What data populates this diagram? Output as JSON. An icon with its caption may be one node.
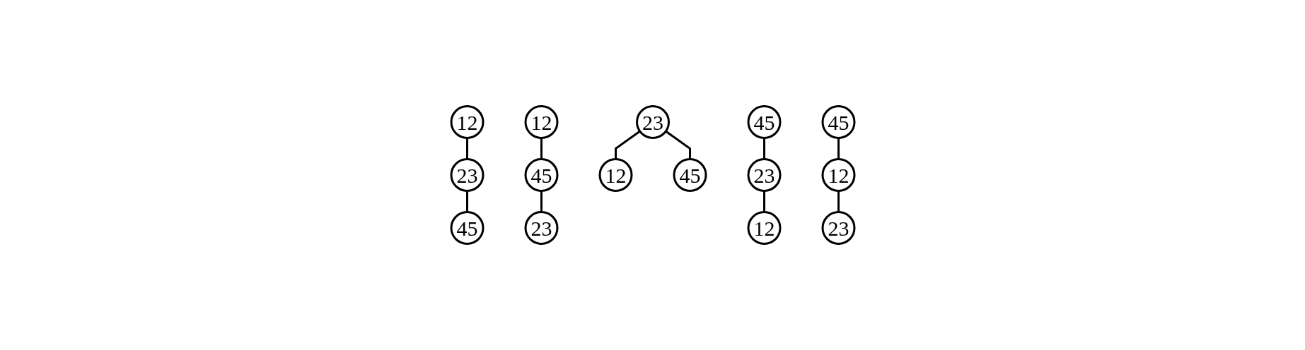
{
  "diagram": {
    "nodes": [
      {
        "text": [
          "12"
        ]
      },
      {
        "text": [
          "23"
        ]
      },
      {
        "text": [
          "45"
        ]
      },
      {
        "text": [
          "12"
        ]
      },
      {
        "text": [
          "45"
        ]
      },
      {
        "text": [
          "23"
        ]
      },
      {
        "text": [
          "23"
        ]
      },
      {
        "text": [
          "12"
        ]
      },
      {
        "text": [
          "45"
        ]
      },
      {
        "text": [
          "45"
        ]
      },
      {
        "text": [
          "23"
        ]
      },
      {
        "text": [
          "12"
        ]
      },
      {
        "text": [
          "45"
        ]
      },
      {
        "text": [
          "12"
        ]
      },
      {
        "text": [
          "23"
        ]
      }
    ],
    "edges": [
      {
        "from": 0,
        "to": 1,
        "arrow": "none"
      },
      {
        "from": 1,
        "to": 2,
        "arrow": "none"
      },
      {
        "from": 3,
        "to": 4,
        "arrow": "none"
      },
      {
        "from": 4,
        "to": 5,
        "arrow": "none"
      },
      {
        "from": 6,
        "to": 7,
        "arrow": "none"
      },
      {
        "from": 6,
        "to": 8,
        "arrow": "none"
      },
      {
        "from": 9,
        "to": 10,
        "arrow": "none"
      },
      {
        "from": 10,
        "to": 11,
        "arrow": "none"
      },
      {
        "from": 12,
        "to": 13,
        "arrow": "none"
      },
      {
        "from": 13,
        "to": 14,
        "arrow": "none"
      }
    ]
  }
}
